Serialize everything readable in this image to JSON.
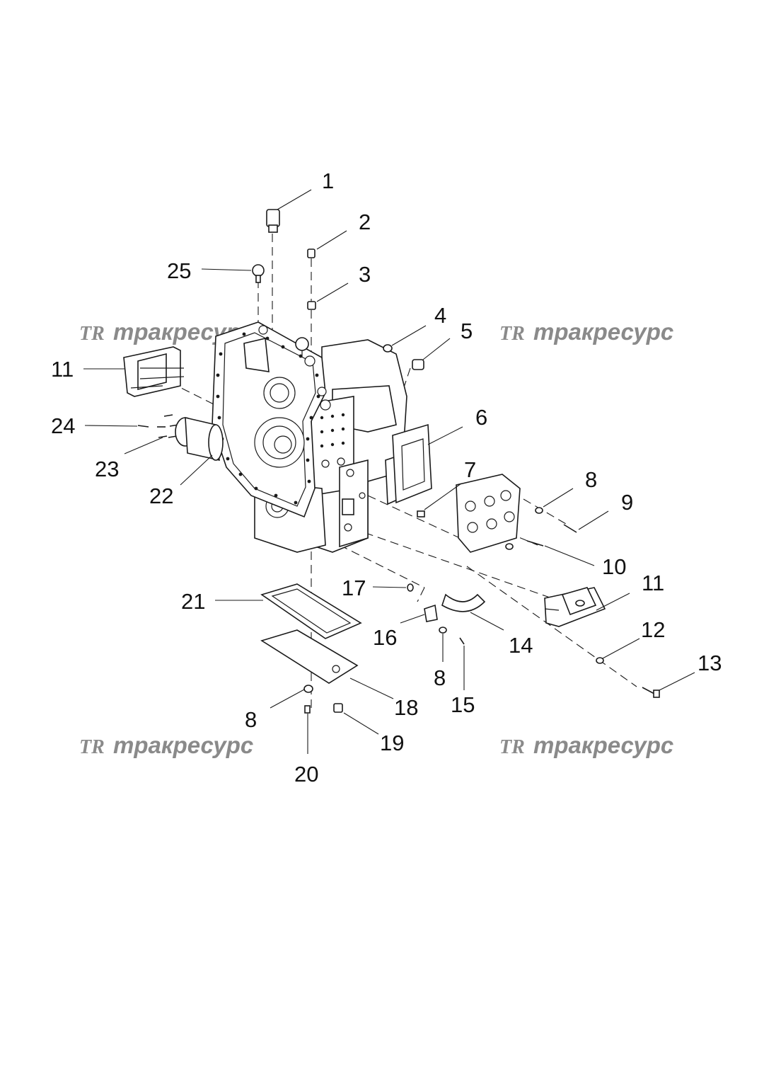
{
  "watermark": {
    "mark": "TR",
    "text": "тракресурс",
    "color": "#8a8a8a"
  },
  "callouts": {
    "c1": "1",
    "c2": "2",
    "c3": "3",
    "c4": "4",
    "c5": "5",
    "c6": "6",
    "c7": "7",
    "c8a": "8",
    "c9": "9",
    "c10": "10",
    "c11a": "11",
    "c11b": "11",
    "c12": "12",
    "c13": "13",
    "c14": "14",
    "c15": "15",
    "c16": "16",
    "c8b": "8",
    "c17": "17",
    "c18": "18",
    "c19": "19",
    "c8c": "8",
    "c20": "20",
    "c21": "21",
    "c22": "22",
    "c23": "23",
    "c24": "24",
    "c25": "25"
  }
}
